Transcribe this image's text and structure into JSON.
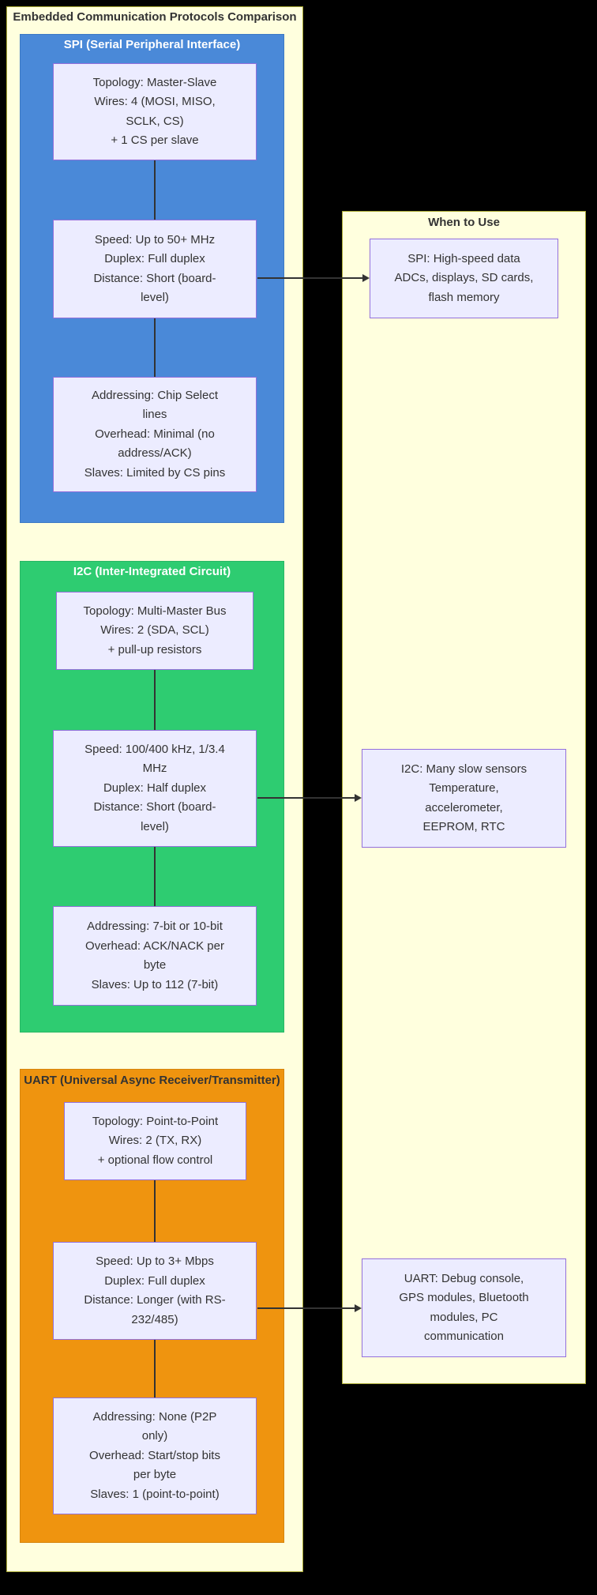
{
  "diagram_title": "Embedded Communication Protocols Comparison",
  "colors": {
    "canvas_bg": "#000000",
    "outer_bg": "#ffffde",
    "outer_border": "#aaaa33",
    "node_bg": "#ececff",
    "node_border": "#9370db",
    "line": "#333333",
    "text": "#333333"
  },
  "groups": [
    {
      "id": "spi",
      "title": "SPI (Serial Peripheral Interface)",
      "fill": "#4a89d8",
      "border": "#3d79c4",
      "title_color": "#ffffff",
      "nodes": [
        {
          "lines": [
            "Topology: Master-Slave",
            "Wires: 4 (MOSI, MISO,",
            "SCLK, CS)",
            "+ 1 CS per slave"
          ]
        },
        {
          "lines": [
            "Speed: Up to 50+ MHz",
            "Duplex: Full duplex",
            "Distance: Short (board-",
            "level)"
          ]
        },
        {
          "lines": [
            "Addressing: Chip Select",
            "lines",
            "Overhead: Minimal (no",
            "address/ACK)",
            "Slaves: Limited by CS pins"
          ]
        }
      ]
    },
    {
      "id": "i2c",
      "title": "I2C (Inter-Integrated Circuit)",
      "fill": "#2ecc71",
      "border": "#29b765",
      "title_color": "#ffffff",
      "nodes": [
        {
          "lines": [
            "Topology: Multi-Master Bus",
            "Wires: 2 (SDA, SCL)",
            "+ pull-up resistors"
          ]
        },
        {
          "lines": [
            "Speed: 100/400 kHz, 1/3.4",
            "MHz",
            "Duplex: Half duplex",
            "Distance: Short (board-",
            "level)"
          ]
        },
        {
          "lines": [
            "Addressing: 7-bit or 10-bit",
            "Overhead: ACK/NACK per",
            "byte",
            "Slaves: Up to 112 (7-bit)"
          ]
        }
      ]
    },
    {
      "id": "uart",
      "title": "UART (Universal Async Receiver/Transmitter)",
      "fill": "#ef940f",
      "border": "#d6850d",
      "title_color": "#333333",
      "nodes": [
        {
          "lines": [
            "Topology: Point-to-Point",
            "Wires: 2 (TX, RX)",
            "+ optional flow control"
          ]
        },
        {
          "lines": [
            "Speed: Up to 3+ Mbps",
            "Duplex: Full duplex",
            "Distance: Longer (with RS-",
            "232/485)"
          ]
        },
        {
          "lines": [
            "Addressing: None (P2P",
            "only)",
            "Overhead: Start/stop bits",
            "per byte",
            "Slaves: 1 (point-to-point)"
          ]
        }
      ]
    }
  ],
  "when_to_use": {
    "title": "When to Use",
    "fill": "#ffffde",
    "border": "#aaaa33",
    "title_color": "#333333",
    "nodes": [
      {
        "lines": [
          "SPI: High-speed data",
          "ADCs, displays, SD cards,",
          "flash memory"
        ]
      },
      {
        "lines": [
          "I2C: Many slow sensors",
          "Temperature,",
          "accelerometer,",
          "EEPROM, RTC"
        ]
      },
      {
        "lines": [
          "UART: Debug console,",
          "GPS modules, Bluetooth",
          "modules, PC",
          "communication"
        ]
      }
    ]
  }
}
